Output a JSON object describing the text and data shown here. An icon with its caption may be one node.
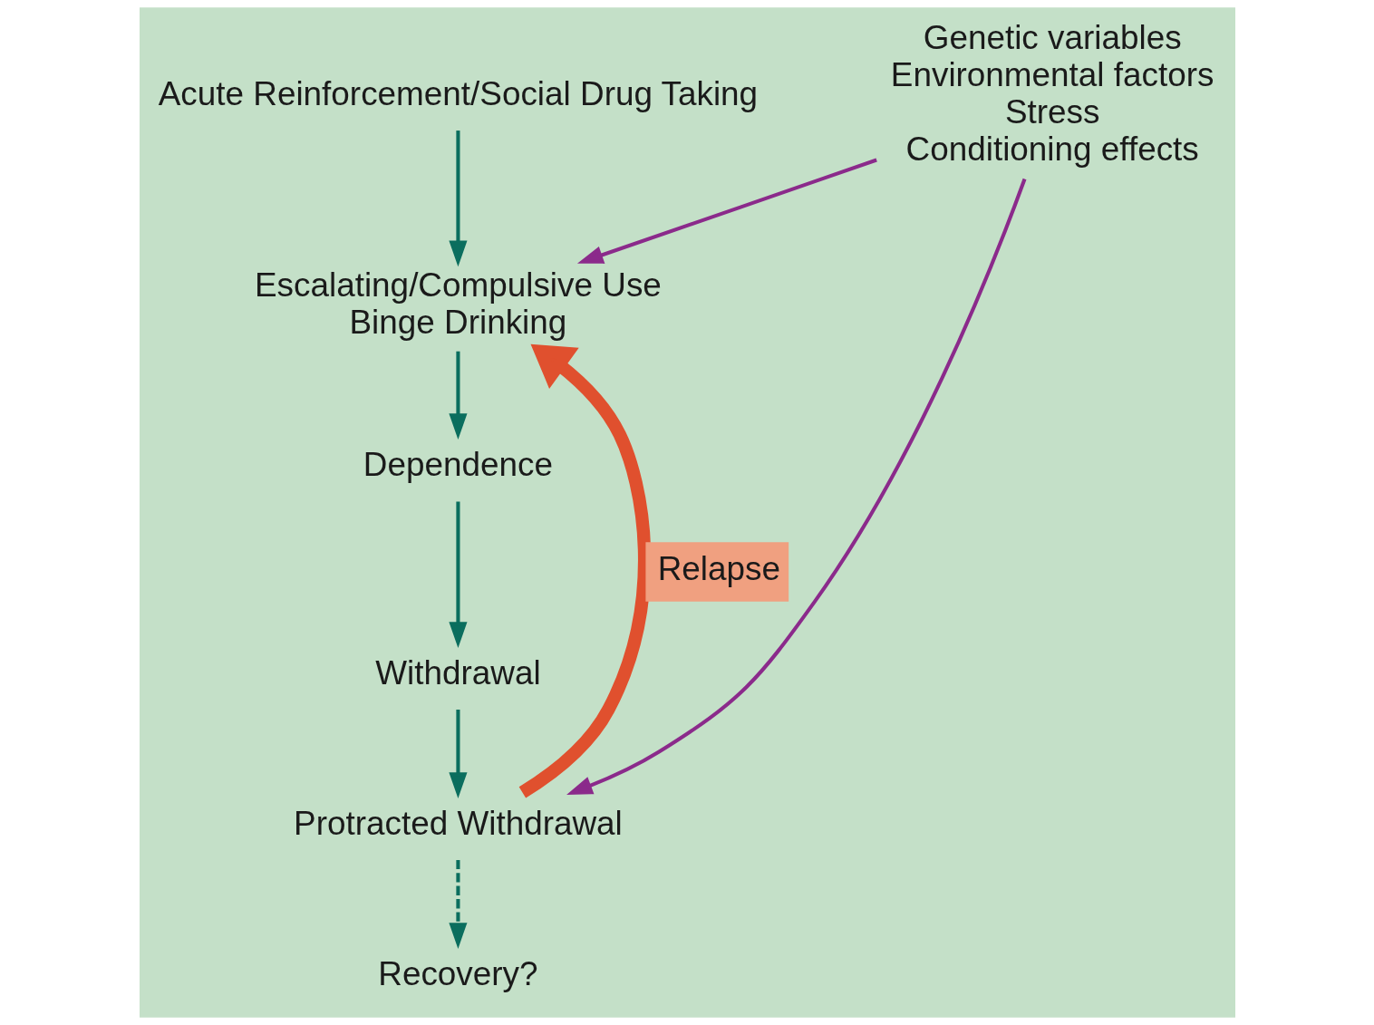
{
  "diagram": {
    "nodes": [
      {
        "text": [
          "Acute Reinforcement/Social Drug Taking"
        ]
      },
      {
        "text": [
          "Escalating/Compulsive Use",
          "Binge Drinking"
        ]
      },
      {
        "text": [
          "Dependence"
        ]
      },
      {
        "text": [
          "Withdrawal"
        ]
      },
      {
        "text": [
          "Protracted Withdrawal"
        ]
      },
      {
        "text": [
          "Recovery?"
        ]
      },
      {
        "text": [
          "Genetic variables",
          "Environmental factors",
          "Stress",
          "Conditioning effects"
        ]
      }
    ],
    "edges": [
      {
        "from": 0,
        "to": 1,
        "arrow": "to"
      },
      {
        "from": 1,
        "to": 2,
        "arrow": "to"
      },
      {
        "from": 2,
        "to": 3,
        "arrow": "to"
      },
      {
        "from": 3,
        "to": 4,
        "arrow": "to"
      },
      {
        "from": 4,
        "to": 5,
        "arrow": "to",
        "style": "dashed"
      },
      {
        "from": 6,
        "to": 1,
        "arrow": "to",
        "color": "#8b2a8b"
      },
      {
        "from": 6,
        "to": 4,
        "arrow": "to",
        "color": "#8b2a8b"
      },
      {
        "from": 4,
        "to": 1,
        "arrow": "to",
        "label": "Relapse",
        "style": "thick",
        "color": "#e0502e"
      }
    ]
  }
}
